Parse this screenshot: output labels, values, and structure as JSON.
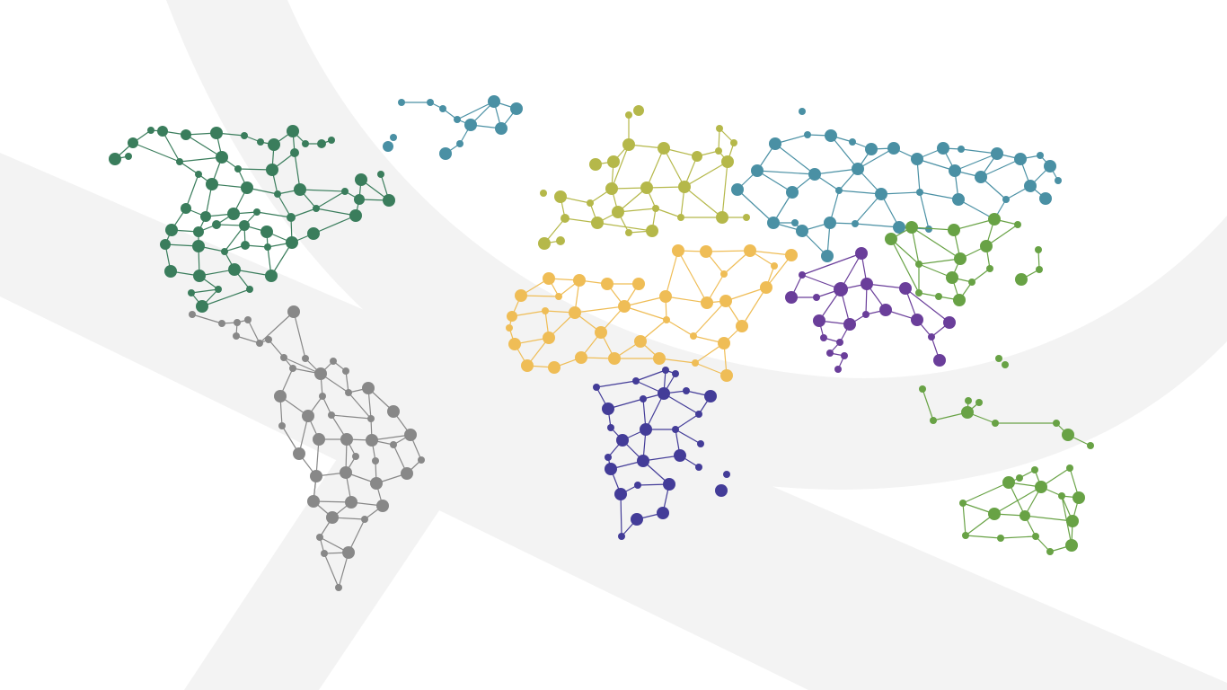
{
  "colors": {
    "background": "#ffffff",
    "band": "#f3f3f3",
    "north_america": "#3a7d5c",
    "greenland": "#4a90a4",
    "south_america": "#2f6699",
    "europe": "#b5b84a",
    "north_africa_middle_east": "#efbd56",
    "sub_saharan_africa": "#433c98",
    "northern_asia": "#4a90a4",
    "south_asia": "#6a3e9a",
    "east_asia_oceania": "#68a245"
  },
  "regions": [
    {
      "id": "north-america",
      "label": ""
    },
    {
      "id": "greenland",
      "label": ""
    },
    {
      "id": "south-america",
      "label": ""
    },
    {
      "id": "europe",
      "label": ""
    },
    {
      "id": "north-africa-middle-east",
      "label": ""
    },
    {
      "id": "sub-saharan-africa",
      "label": ""
    },
    {
      "id": "northern-asia",
      "label": ""
    },
    {
      "id": "south-asia",
      "label": ""
    },
    {
      "id": "east-asia-oceania",
      "label": ""
    }
  ]
}
